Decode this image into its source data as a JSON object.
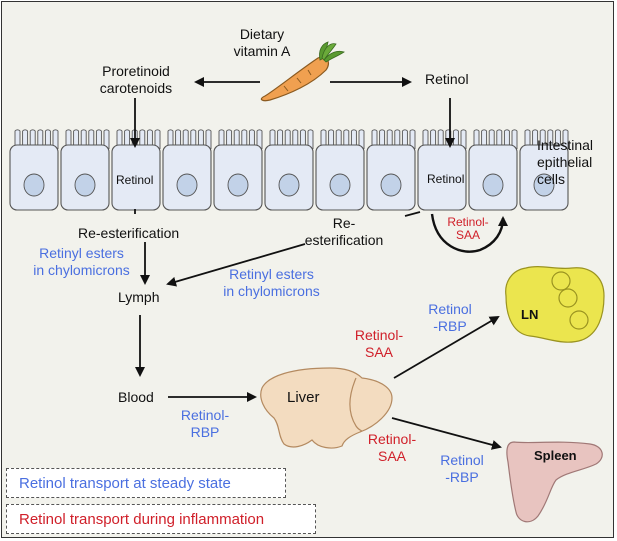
{
  "top": {
    "dietary": "Dietary\nvitamin A",
    "proretinoid": "Proretinoid\ncarotenoids",
    "retinol_top": "Retinol"
  },
  "epithelium": {
    "label": "Intestinal\nepithelial\ncells",
    "cell_retinol_left": "Retinol",
    "cell_retinol_right": "Retinol",
    "retinol_saa": "Retinol-\nSAA"
  },
  "middle": {
    "reesterification_left": "Re-esterification",
    "reesterification_right": "Re-\nesterification",
    "esters_left": "Retinyl esters\nin chylomicrons",
    "esters_right": "Retinyl esters\nin chylomicrons",
    "lymph": "Lymph",
    "blood": "Blood",
    "retinol_rbp_blood": "Retinol-\nRBP",
    "liver": "Liver"
  },
  "organs": {
    "ln": "LN",
    "spleen": "Spleen",
    "retinol_saa_ln": "Retinol-\nSAA",
    "retinol_rbp_ln": "Retinol\n-RBP",
    "retinol_saa_spleen": "Retinol-\nSAA",
    "retinol_rbp_spleen": "Retinol\n-RBP"
  },
  "legend": {
    "steady": "Retinol transport at steady state",
    "inflammation": "Retinol transport during inflammation"
  },
  "colors": {
    "steady": "#4a6fe0",
    "inflammation": "#d0202a",
    "cell_fill": "#e4eaf5",
    "nucleus_fill": "#c2d2e8",
    "liver_fill": "#f3dcc0",
    "ln_fill": "#ebe54e",
    "spleen_fill": "#e8c4c0"
  }
}
